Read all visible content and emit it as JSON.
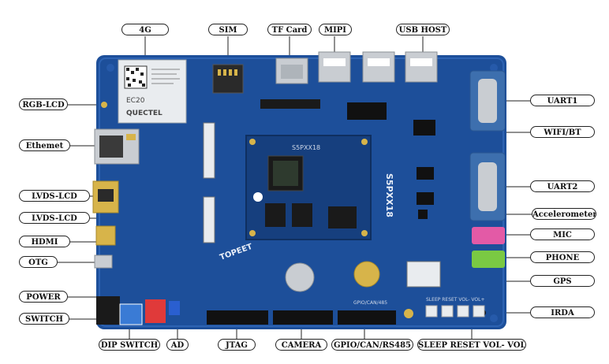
{
  "board": {
    "module_silk": "S5PXX18",
    "side_silk": "S5PXX18",
    "brand_silk": "TOPEET",
    "modem_label": "EC20",
    "modem_brand": "QUECTEL",
    "connector_silk": "GPIO/CAN/485",
    "button_silk": "SLEEP RESET VOL- VOL+"
  },
  "labels": {
    "g4": "4G",
    "sim": "SIM",
    "tf_card": "TF Card",
    "mipi": "MIPI",
    "usb_host": "USB HOST",
    "rgb_lcd": "RGB-LCD",
    "ethernet": "Ethemet",
    "lvds_lcd_1": "LVDS-LCD",
    "lvds_lcd_2": "LVDS-LCD",
    "hdmi": "HDMI",
    "otg": "OTG",
    "power": "POWER",
    "switch": "SWITCH",
    "dip_switch": "DIP SWITCH",
    "ad": "AD",
    "jtag": "JTAG",
    "camera": "CAMERA",
    "gpio": "GPIO/CAN/RS485",
    "buttons": "SLEEP RESET VOL- VOL+",
    "uart1": "UART1",
    "wifi_bt": "WIFI/BT",
    "uart2": "UART2",
    "accelerometer": "Accelerometer",
    "mic": "MIC",
    "phone": "PHONE",
    "gps": "GPS",
    "irda": "IRDA"
  },
  "colors": {
    "pcb": "#1d4f9a",
    "pcb_dark": "#163f7e",
    "gold": "#d7b44a",
    "metal": "#c9cdd2",
    "mic_jack": "#e35aa6",
    "phone_jack": "#7ac943"
  }
}
